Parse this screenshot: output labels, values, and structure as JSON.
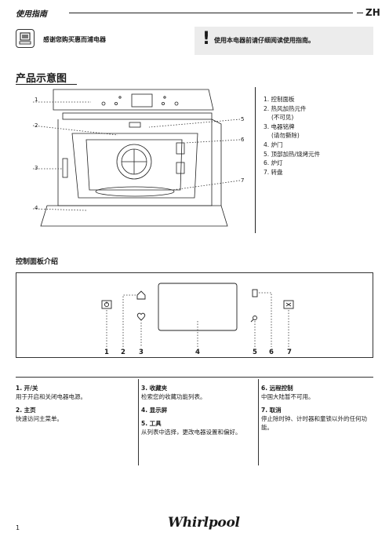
{
  "header": {
    "title": "使用指南",
    "language": "ZH"
  },
  "info": {
    "thanks": "感谢您购买惠而浦电器",
    "warning": "使用本电器前请仔细阅读使用指南。"
  },
  "section_product": {
    "title": "产品示意图",
    "callouts": [
      "1",
      "2",
      "3",
      "4",
      "5",
      "6",
      "7"
    ],
    "parts": [
      "1. 控制面板",
      "2. 热风加热元件",
      "(不可见)",
      "3. 电器铭牌",
      "(请勿撕除)",
      "4. 炉门",
      "5. 顶部加热/烧烤元件",
      "6. 炉灯",
      "7. 转盘"
    ]
  },
  "section_panel": {
    "title": "控制面板介绍",
    "numbers": [
      "1",
      "2",
      "3",
      "4",
      "5",
      "6",
      "7"
    ]
  },
  "descriptions": {
    "col1": [
      {
        "head": "1. 开/关",
        "body": "用于开启和关闭电器电源。"
      },
      {
        "head": "2. 主页",
        "body": "快速访问主菜单。"
      }
    ],
    "col2": [
      {
        "head": "3. 收藏夹",
        "body": "检索您的收藏功能列表。"
      },
      {
        "head": "4. 显示屏",
        "body": ""
      },
      {
        "head": "5. 工具",
        "body": "从列表中选择，更改电器设置和偏好。"
      }
    ],
    "col3": [
      {
        "head": "6. 远程控制",
        "body": "中国大陆暂不可用。"
      },
      {
        "head": "7. 取消",
        "body": "停止除时钟、计时器和童锁以外的任何功能。"
      }
    ]
  },
  "footer": {
    "page": "1",
    "brand": "Whirlpool"
  },
  "colors": {
    "text": "#1a1a1a",
    "warning_bg": "#ececec"
  },
  "icons": [
    "computer-icon",
    "exclamation-icon",
    "power-icon",
    "home-icon",
    "heart-icon",
    "wrench-icon",
    "phone-icon",
    "close-icon"
  ]
}
